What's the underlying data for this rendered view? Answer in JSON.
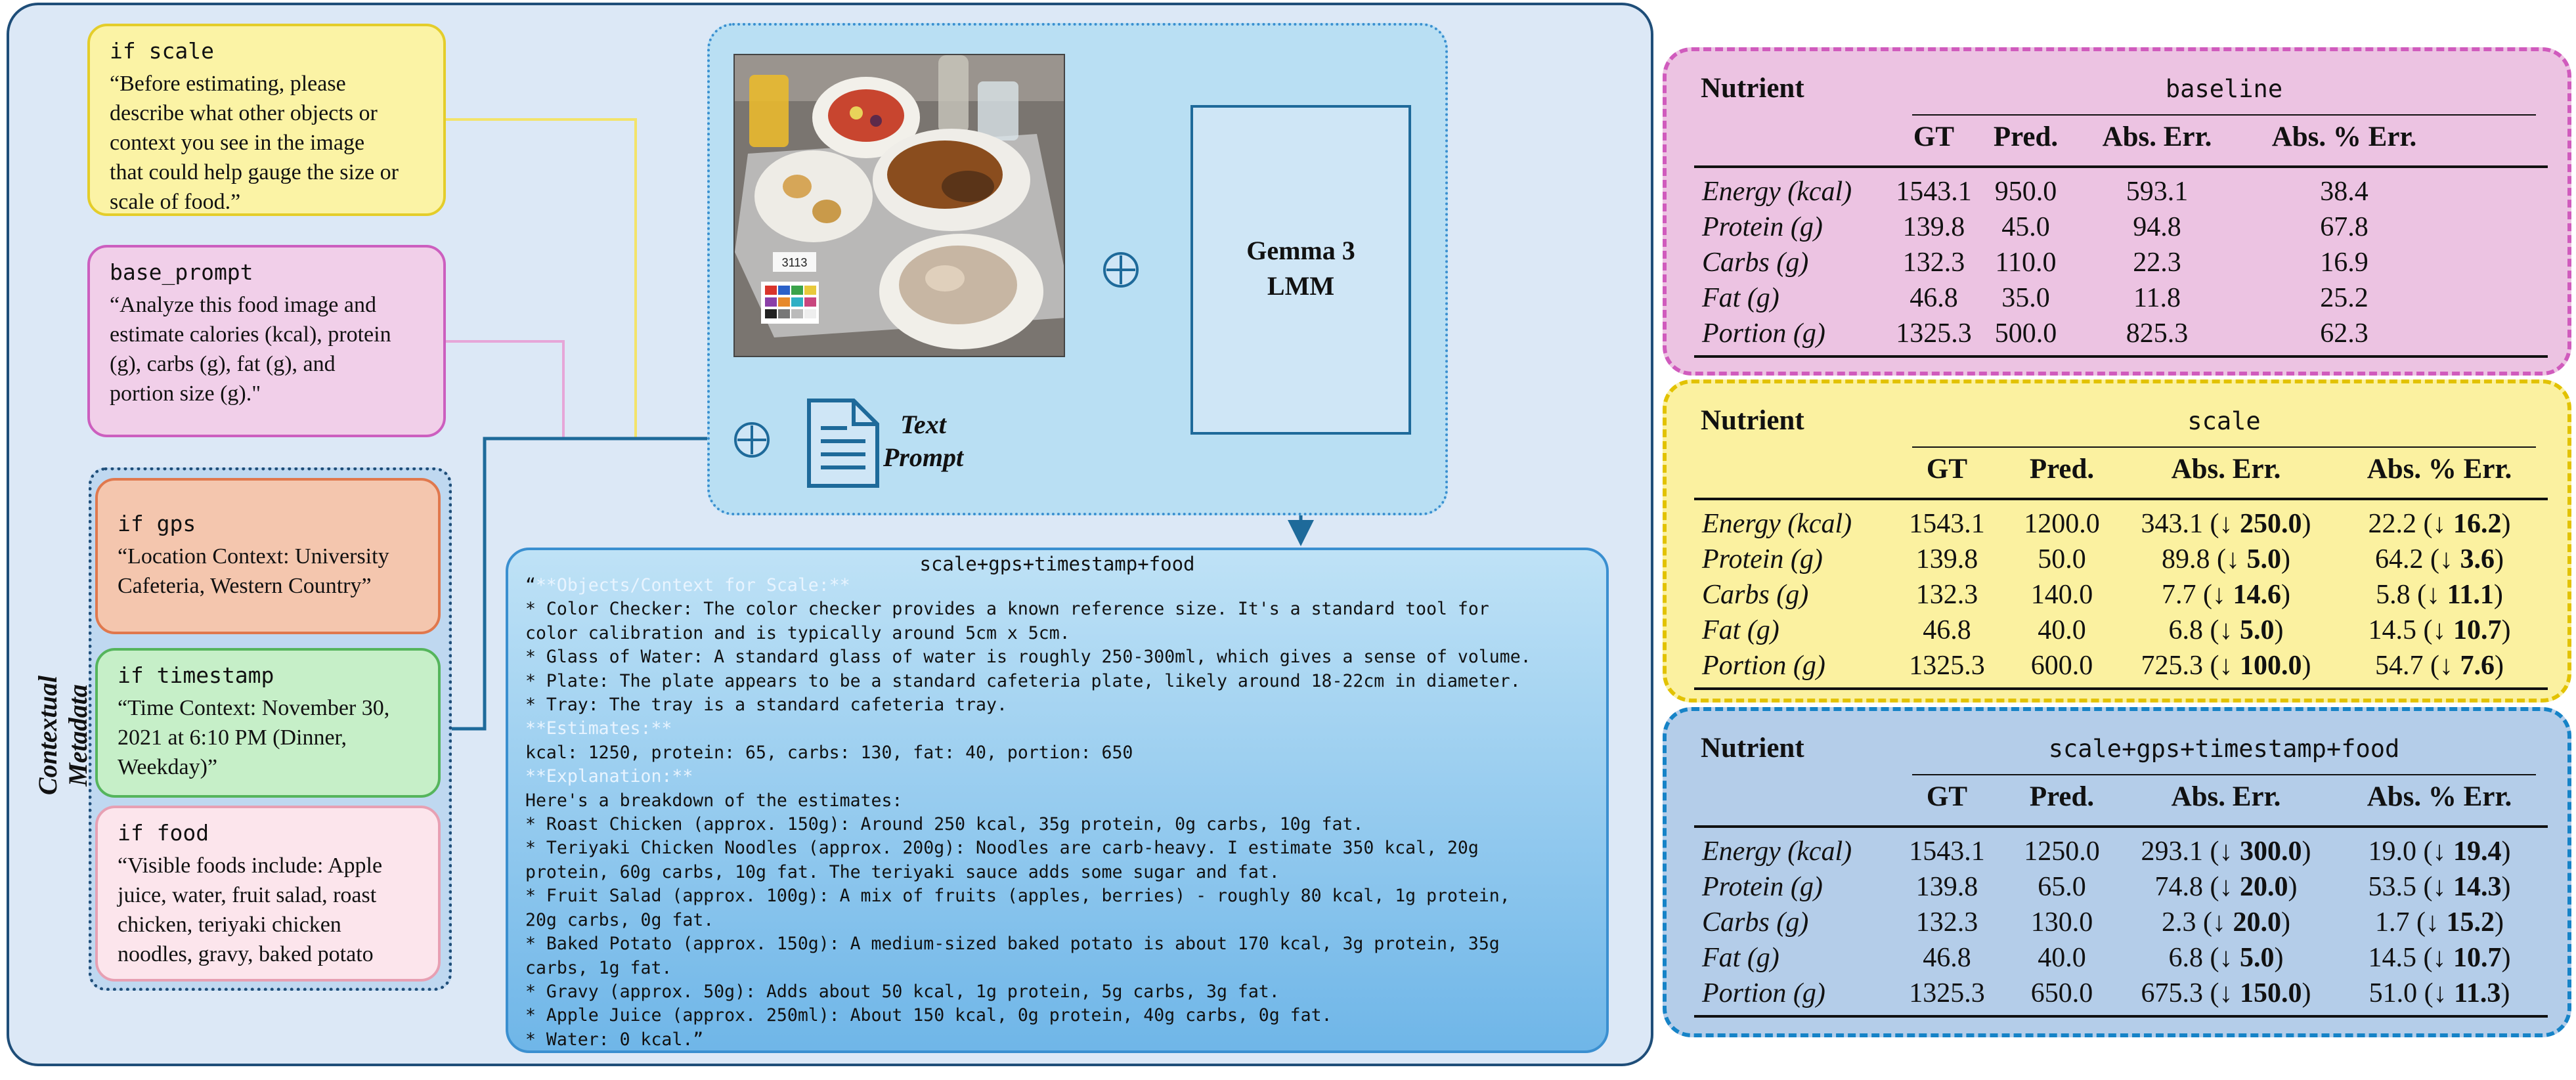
{
  "prompts": {
    "scale": {
      "title": "if scale",
      "lines": [
        "“Before estimating, please",
        "describe what other objects or",
        "context you see in the image",
        "that could help gauge the size or",
        "scale of food.”"
      ]
    },
    "base": {
      "title": "base_prompt",
      "lines": [
        "“Analyze this food image and",
        "estimate calories (kcal), protein",
        "(g), carbs (g), fat (g), and",
        "portion size (g).\""
      ]
    },
    "gps": {
      "title": "if gps",
      "lines": [
        "“Location Context: University",
        "Cafeteria, Western Country”"
      ]
    },
    "timestamp": {
      "title": "if timestamp",
      "lines": [
        "“Time Context: November 30,",
        "2021 at 6:10 PM (Dinner,",
        "Weekday)”"
      ]
    },
    "food": {
      "title": "if food",
      "lines": [
        "“Visible foods include: Apple",
        "juice, water, fruit salad, roast",
        "chicken, teriyaki chicken",
        "noodles, gravy, baked potato"
      ]
    }
  },
  "metadata_label": [
    "Contextual",
    "Metadata"
  ],
  "model": {
    "line1": "Gemma 3",
    "line2": "LMM"
  },
  "text_prompt_label": [
    "Text",
    "Prompt"
  ],
  "photo": {
    "tray_tag": "3113"
  },
  "output": {
    "title": "scale+gps+timestamp+food",
    "lines": [
      {
        "text": "“",
        "hl": "**Objects/Context for Scale:**"
      },
      {
        "text": "* Color Checker: The color checker provides a known reference size. It's a standard tool for"
      },
      {
        "text": "color calibration and is typically around 5cm x 5cm."
      },
      {
        "text": "* Glass of Water: A standard glass of water is roughly 250-300ml, which gives a sense of volume."
      },
      {
        "text": "* Plate: The plate appears to be a standard cafeteria plate, likely around 18-22cm in diameter."
      },
      {
        "text": "* Tray: The tray is a standard cafeteria tray."
      },
      {
        "text": "",
        "hl": "**Estimates:**"
      },
      {
        "text": "kcal: 1250, protein: 65, carbs: 130, fat: 40, portion: 650"
      },
      {
        "text": "",
        "hl": "**Explanation:**"
      },
      {
        "text": "Here's a breakdown of the estimates:"
      },
      {
        "text": "* Roast Chicken (approx. 150g): Around 250 kcal, 35g protein, 0g carbs, 10g fat."
      },
      {
        "text": "* Teriyaki Chicken Noodles (approx. 200g): Noodles are carb-heavy. I estimate 350 kcal, 20g"
      },
      {
        "text": "protein, 60g carbs, 10g fat. The teriyaki sauce adds some sugar and fat."
      },
      {
        "text": "* Fruit Salad (approx. 100g): A mix of fruits (apples, berries) - roughly 80 kcal, 1g protein,"
      },
      {
        "text": "20g carbs, 0g fat."
      },
      {
        "text": "* Baked Potato (approx. 150g): A medium-sized baked potato is about 170 kcal, 3g protein, 35g"
      },
      {
        "text": "carbs, 1g fat."
      },
      {
        "text": "* Gravy (approx. 50g): Adds about 50 kcal, 1g protein, 5g carbs, 3g fat."
      },
      {
        "text": "* Apple Juice (approx. 250ml): About 150 kcal, 0g protein, 40g carbs, 0g fat."
      },
      {
        "text": "* Water: 0 kcal.”"
      }
    ]
  },
  "tables": {
    "headers": {
      "nutrient": "Nutrient",
      "gt": "GT",
      "pred": "Pred.",
      "abs_err": "Abs. Err.",
      "abs_pct_err": "Abs. % Err."
    },
    "baseline": {
      "condition": "baseline",
      "rows": [
        {
          "label": "Energy (kcal)",
          "gt": "1543.1",
          "pred": "950.0",
          "abs_err": "593.1",
          "abs_pct": "38.4"
        },
        {
          "label": "Protein (g)",
          "gt": "139.8",
          "pred": "45.0",
          "abs_err": "94.8",
          "abs_pct": "67.8"
        },
        {
          "label": "Carbs (g)",
          "gt": "132.3",
          "pred": "110.0",
          "abs_err": "22.3",
          "abs_pct": "16.9"
        },
        {
          "label": "Fat (g)",
          "gt": "46.8",
          "pred": "35.0",
          "abs_err": "11.8",
          "abs_pct": "25.2"
        },
        {
          "label": "Portion (g)",
          "gt": "1325.3",
          "pred": "500.0",
          "abs_err": "825.3",
          "abs_pct": "62.3"
        }
      ]
    },
    "scale": {
      "condition": "scale",
      "rows": [
        {
          "label": "Energy (kcal)",
          "gt": "1543.1",
          "pred": "1200.0",
          "abs_err": "343.1",
          "abs_err_delta": "250.0",
          "abs_pct": "22.2",
          "abs_pct_delta": "16.2"
        },
        {
          "label": "Protein (g)",
          "gt": "139.8",
          "pred": "50.0",
          "abs_err": "89.8",
          "abs_err_delta": "5.0",
          "abs_pct": "64.2",
          "abs_pct_delta": "3.6"
        },
        {
          "label": "Carbs (g)",
          "gt": "132.3",
          "pred": "140.0",
          "abs_err": "7.7",
          "abs_err_delta": "14.6",
          "abs_pct": "5.8",
          "abs_pct_delta": "11.1"
        },
        {
          "label": "Fat (g)",
          "gt": "46.8",
          "pred": "40.0",
          "abs_err": "6.8",
          "abs_err_delta": "5.0",
          "abs_pct": "14.5",
          "abs_pct_delta": "10.7"
        },
        {
          "label": "Portion (g)",
          "gt": "1325.3",
          "pred": "600.0",
          "abs_err": "725.3",
          "abs_err_delta": "100.0",
          "abs_pct": "54.7",
          "abs_pct_delta": "7.6"
        }
      ]
    },
    "full": {
      "condition": "scale+gps+timestamp+food",
      "rows": [
        {
          "label": "Energy (kcal)",
          "gt": "1543.1",
          "pred": "1250.0",
          "abs_err": "293.1",
          "abs_err_delta": "300.0",
          "abs_pct": "19.0",
          "abs_pct_delta": "19.4"
        },
        {
          "label": "Protein (g)",
          "gt": "139.8",
          "pred": "65.0",
          "abs_err": "74.8",
          "abs_err_delta": "20.0",
          "abs_pct": "53.5",
          "abs_pct_delta": "14.3"
        },
        {
          "label": "Carbs (g)",
          "gt": "132.3",
          "pred": "130.0",
          "abs_err": "2.3",
          "abs_err_delta": "20.0",
          "abs_pct": "1.7",
          "abs_pct_delta": "15.2"
        },
        {
          "label": "Fat (g)",
          "gt": "46.8",
          "pred": "40.0",
          "abs_err": "6.8",
          "abs_err_delta": "5.0",
          "abs_pct": "14.5",
          "abs_pct_delta": "10.7"
        },
        {
          "label": "Portion (g)",
          "gt": "1325.3",
          "pred": "650.0",
          "abs_err": "675.3",
          "abs_err_delta": "150.0",
          "abs_pct": "51.0",
          "abs_pct_delta": "11.3"
        }
      ]
    }
  }
}
